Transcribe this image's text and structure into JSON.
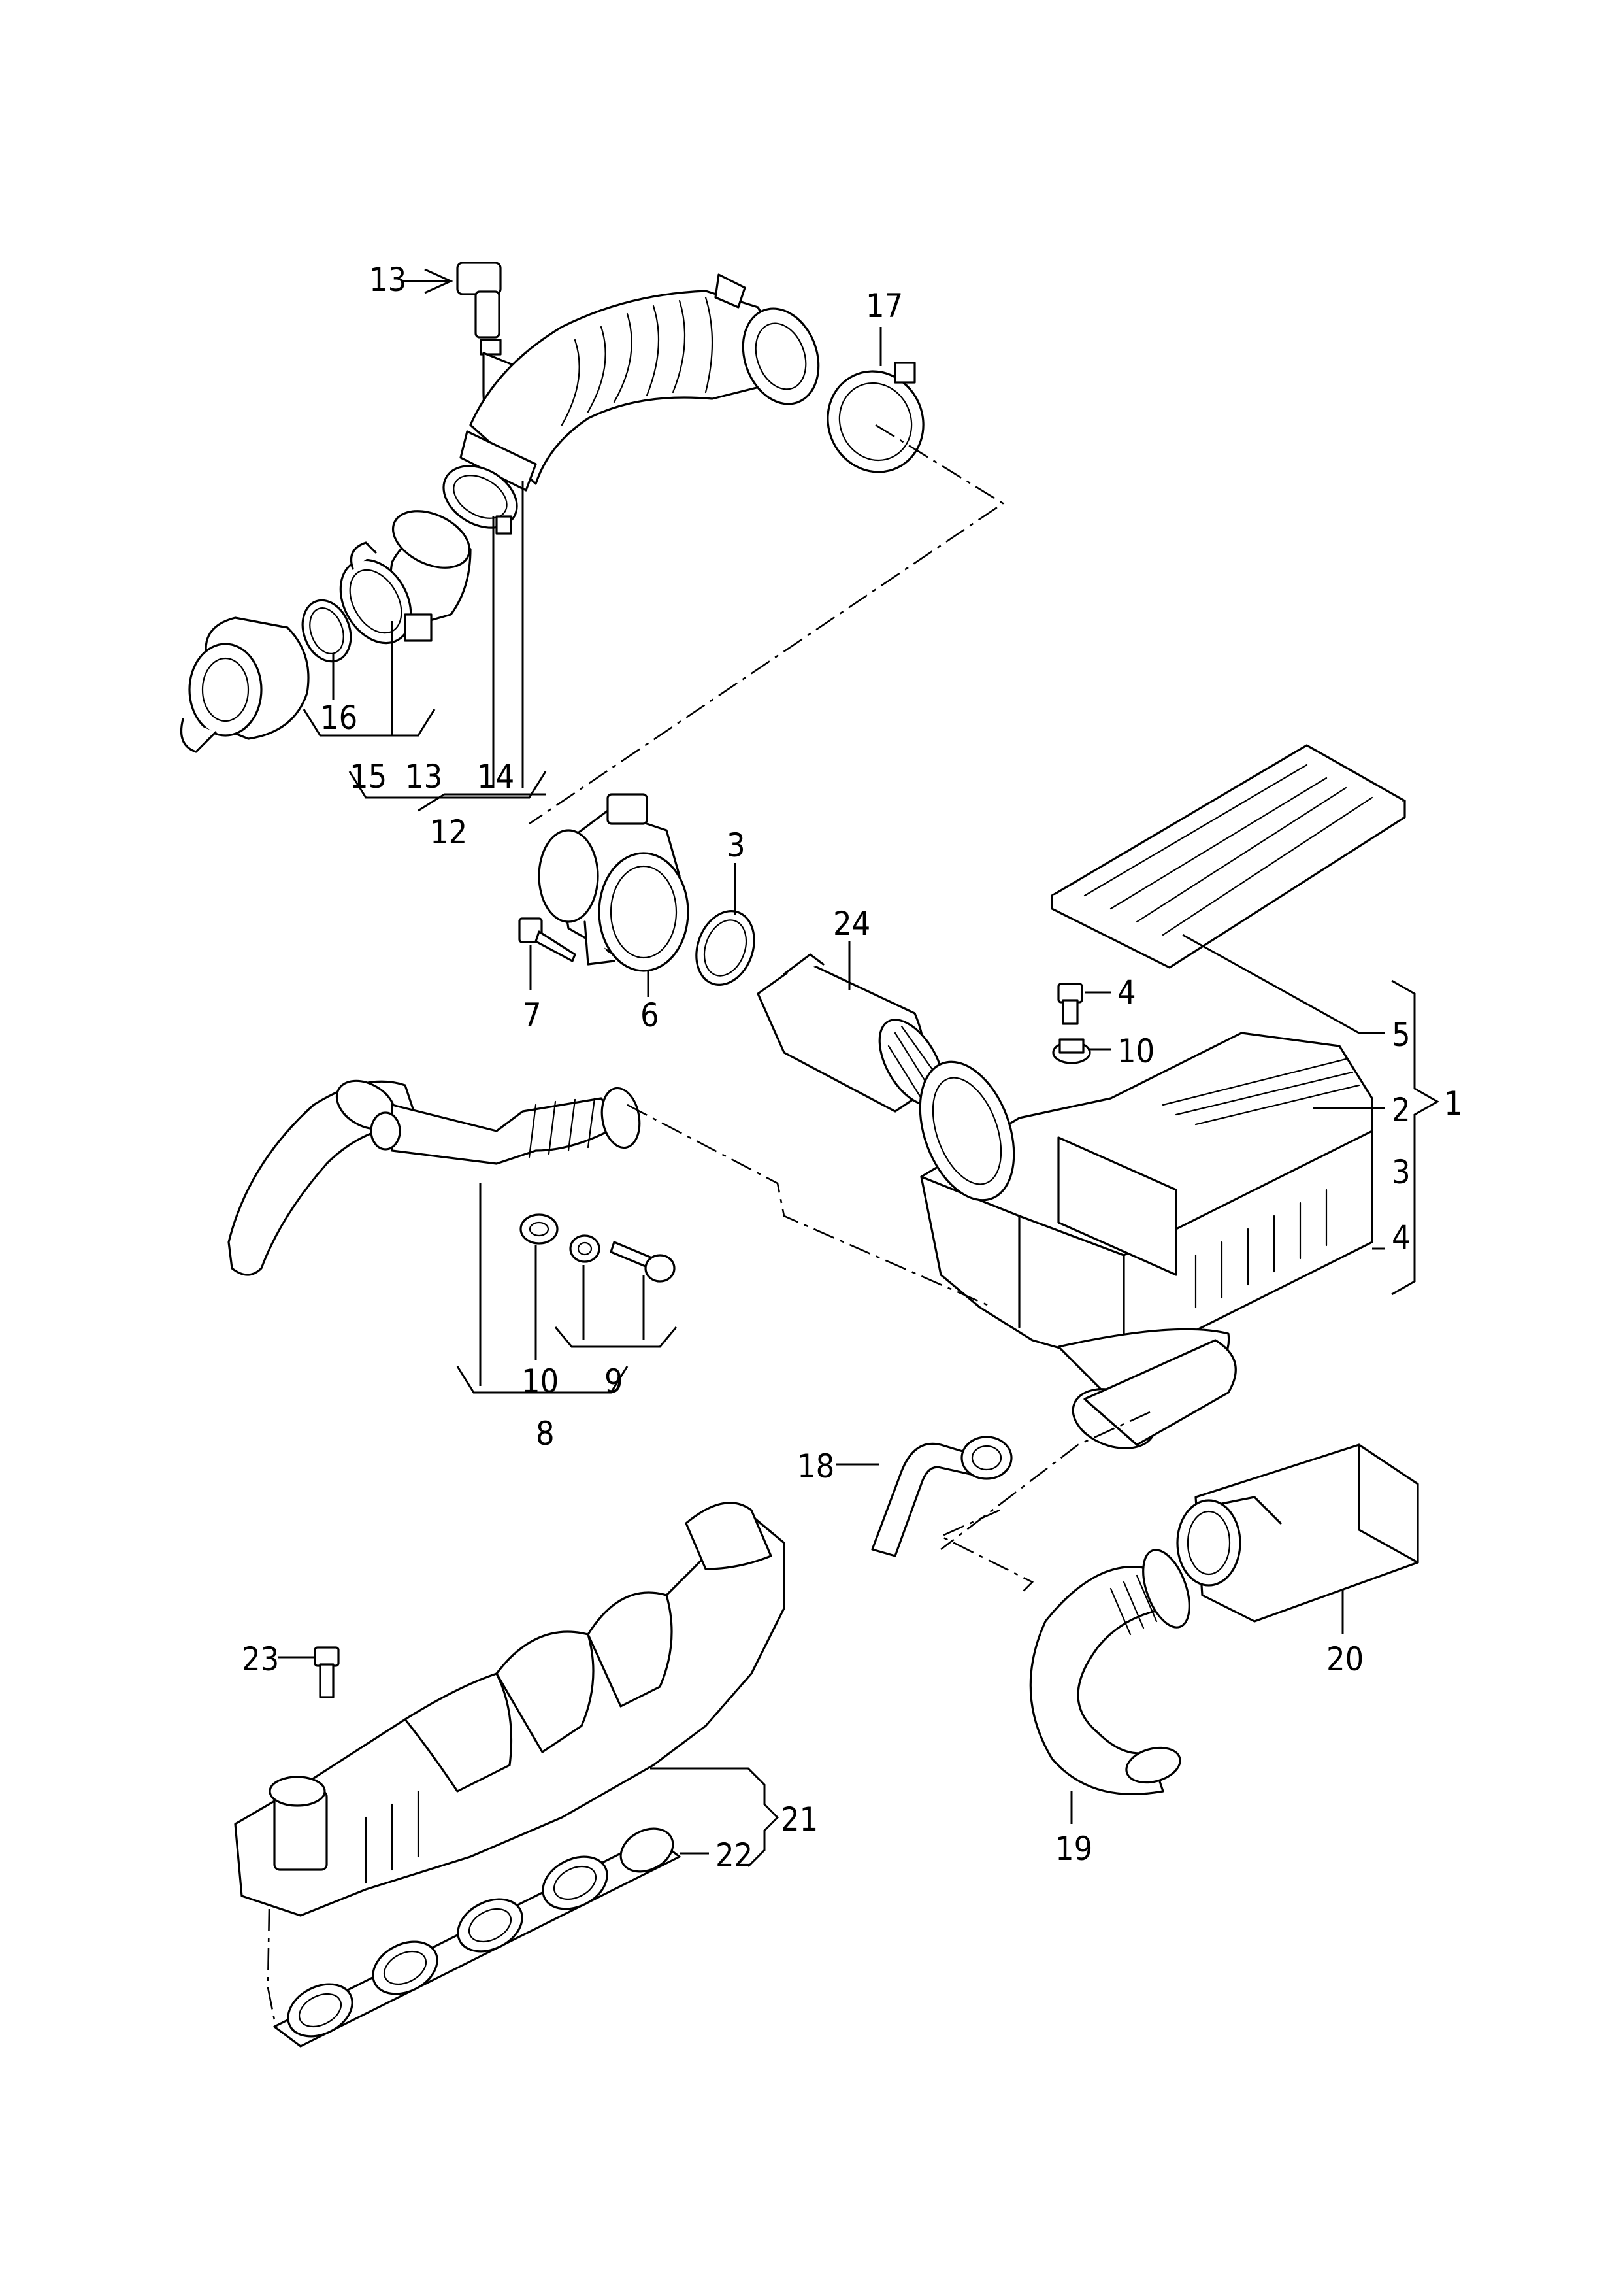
{
  "callouts": {
    "c1": "1",
    "c2": "2",
    "c3a": "3",
    "c3b": "3",
    "c4a": "4",
    "c4b": "4",
    "c5": "5",
    "c6": "6",
    "c7": "7",
    "c8": "8",
    "c9": "9",
    "c10a": "10",
    "c10b": "10",
    "c12": "12",
    "c13a": "13",
    "c13b": "13",
    "c14": "14",
    "c15": "15",
    "c16": "16",
    "c17": "17",
    "c18": "18",
    "c19": "19",
    "c20": "20",
    "c21": "21",
    "c22": "22",
    "c23": "23",
    "c24": "24"
  },
  "parts": [
    "air-filter-housing",
    "filter-cover",
    "filter-element",
    "air-mass-meter",
    "intake-pipe",
    "turbo-connection",
    "hose-clamp",
    "intake-hose",
    "cold-air-duct",
    "breather-hose",
    "intake-manifold",
    "manifold-gasket",
    "bolt"
  ]
}
